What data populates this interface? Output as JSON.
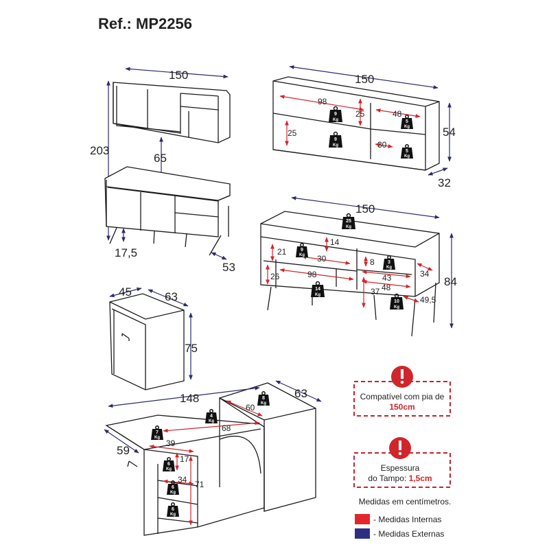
{
  "ref": "Ref.: MP2256",
  "dims": {
    "upper_width": "150",
    "total_height": "203",
    "gap": "65",
    "leg_height": "17,5",
    "cab_depth": "53",
    "shelf_width": "150",
    "shelf_height": "54",
    "shelf_depth": "32",
    "shelf_int_98": "98",
    "shelf_int_25a": "25",
    "shelf_int_25b": "25",
    "shelf_int_48": "48",
    "shelf_int_30": "30",
    "buffet_width": "150",
    "buffet_height": "84",
    "buffet_14": "14",
    "buffet_21": "21",
    "buffet_30": "30",
    "buffet_26": "26",
    "buffet_98": "98",
    "buffet_8": "8",
    "buffet_43": "43",
    "buffet_48": "48",
    "buffet_34": "34",
    "buffet_37": "37",
    "buffet_49": "49,5",
    "col_45": "45",
    "col_63": "63",
    "col_75": "75",
    "desk_148": "148",
    "desk_63": "63",
    "desk_60": "60",
    "desk_68": "68",
    "desk_39": "39",
    "desk_59": "59",
    "desk_17": "17",
    "desk_34": "34",
    "desk_71": "71"
  },
  "loads": {
    "kg_label": "Kg",
    "w9a": "9",
    "w5a": "5",
    "w9b": "9",
    "w5b": "5",
    "w25": "25",
    "w9c": "9",
    "w3": "3",
    "w14": "14",
    "w10": "10",
    "w8": "8",
    "w4": "4",
    "w7": "7",
    "w6a": "6",
    "w6b": "6",
    "w6c": "6"
  },
  "notes": {
    "sink_line1": "Compatível com pia de",
    "sink_line2": "150cm",
    "top_line1": "Espessura",
    "top_line2_prefix": "do Tampo: ",
    "top_line2_value": "1,5cm",
    "units": "Medidas em centímetros."
  },
  "legend": [
    {
      "label": "- Medidas Internas",
      "color": "#e3262e"
    },
    {
      "label": "- Medidas Externas",
      "color": "#2f2f82"
    }
  ]
}
